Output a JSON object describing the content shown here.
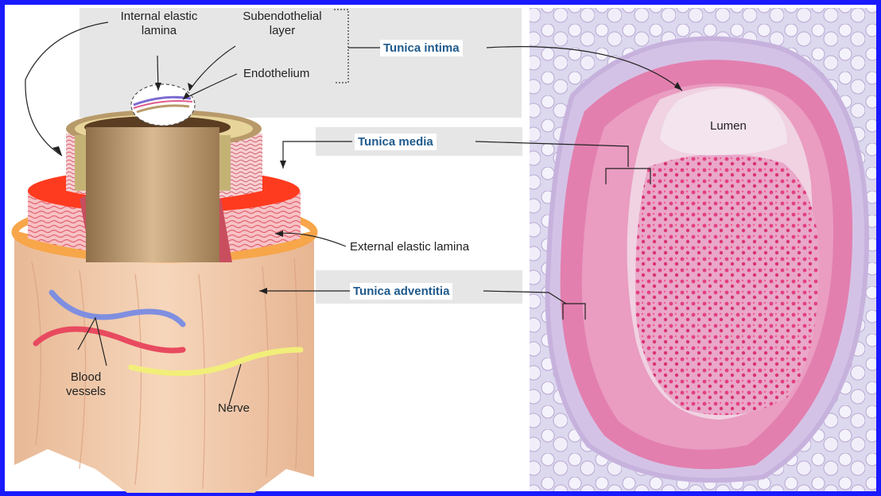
{
  "labels": {
    "internal_elastic_lamina": "Internal elastic\nlamina",
    "subendothelial_layer": "Subendothelial\nlayer",
    "endothelium": "Endothelium",
    "tunica_intima": "Tunica intima",
    "tunica_media": "Tunica  media",
    "external_elastic_lamina": "External elastic lamina",
    "tunica_adventitia": "Tunica  adventitia",
    "blood_vessels": "Blood\nvessels",
    "nerve": "Nerve",
    "lumen": "Lumen"
  },
  "colors": {
    "frame": "#1a1aff",
    "tunica_text": "#1f5a8c",
    "media_red": "#ff3b1f",
    "adventitia": "#f0c9a8",
    "external_lamina": "#f7a64a",
    "intima_tan": "#b89a6a",
    "vessel_blue": "#7f8fe0",
    "vessel_red": "#e84a5f",
    "nerve_yellow": "#f2ee7a",
    "histology_pink": "#e27fae",
    "histology_bg": "#dcd6ee"
  }
}
